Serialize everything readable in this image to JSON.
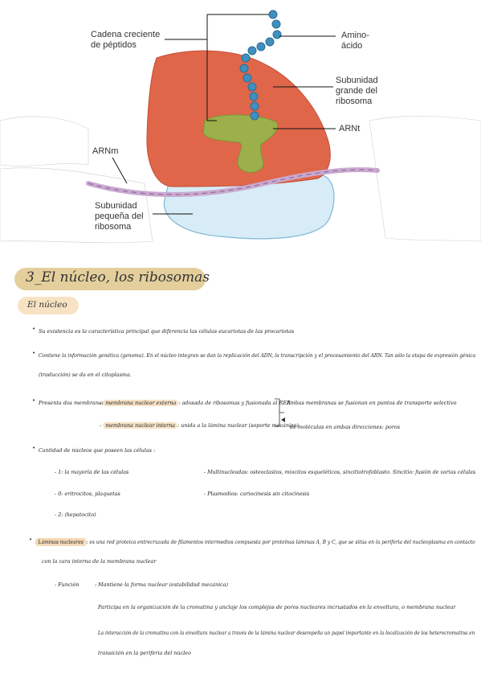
{
  "figure": {
    "labels": {
      "cadena1": "Cadena creciente",
      "cadena2": "de péptidos",
      "amino1": "Amino-",
      "amino2": "ácido",
      "grande1": "Subunidad",
      "grande2": "grande del",
      "grande3": "ribosoma",
      "arnt": "ARNt",
      "arnm": "ARNm",
      "peq1": "Subunidad",
      "peq2": "pequeña del",
      "peq3": "ribosoma"
    },
    "colors": {
      "large_subunit": "#e0664a",
      "small_subunit": "#d7ecf7",
      "trna": "#9bb04a",
      "amino_chain": "#3f8fc0",
      "mrna": "#c9a9cf"
    }
  },
  "notes": {
    "title": "3_El núcleo, los ribosomas",
    "subtitle": "El núcleo",
    "b1": "Su existencia es la característica principal que diferencia las células eucariotas de las procariotas",
    "b2a": "Contiene la información genética (genoma). En el núcleo integran se dan la replicación del ADN, la transcripción y el procesamiento del ARN. Tan sólo la etapa de expresión génica",
    "b2b": "(traducción) se da en el citoplasma.",
    "b3_lead": "Presenta dos membranas :",
    "b3_ext_label": "membrana nuclear externa",
    "b3_ext_rest": ": adosada de ribosomas y fusionada al RER",
    "b3_int_label": "membrana nuclear interna",
    "b3_int_rest": ": unida a la lámina nuclear (soporte mecánico)",
    "b3_side1": "Ambas membranas se fusionan en puntos de transporte selectivo",
    "b3_side2": "de moléculas en ambas direcciones: poros",
    "b4_lead": "Cantidad de núcleos que poseen las células :",
    "b4_1": "- 1: la mayoría de las células",
    "b4_0": "- 0: eritrocitos, plaquetas",
    "b4_2": "- 2: (hepatocito)",
    "b4_multi": "- Multinucleadas: osteoclastos, miocitos esqueléticos, sincitiotrofoblasto. Sincitio: fusión de varias células",
    "b4_plas": "- Plasmodios: cariocinesis sin citocinesis",
    "b5_label": "Láminas nucleares",
    "b5_rest": ": es una red proteica entrecruzada de filamentos intermedios compuesta por proteínas láminas A, B y C, que se sitúa en la periferia del nucleoplasma en contacto",
    "b5_cont": "con la cara interna de la membrana nuclear",
    "func_label": "- Función",
    "func1": ": Mantiene la forma nuclear (estabilidad mecánica)",
    "func2": "Participa en la organización de la cromatina y anclaje los complejos de poros nucleares incrustados en la envoltura, o membrana nuclear",
    "func3": "La interacción de la cromatina con la envoltura nuclear a través de la lámina nuclear desempeña un papel importante en la localización de los heterocromatina en",
    "func4": "transición en la periferia del núcleo"
  }
}
